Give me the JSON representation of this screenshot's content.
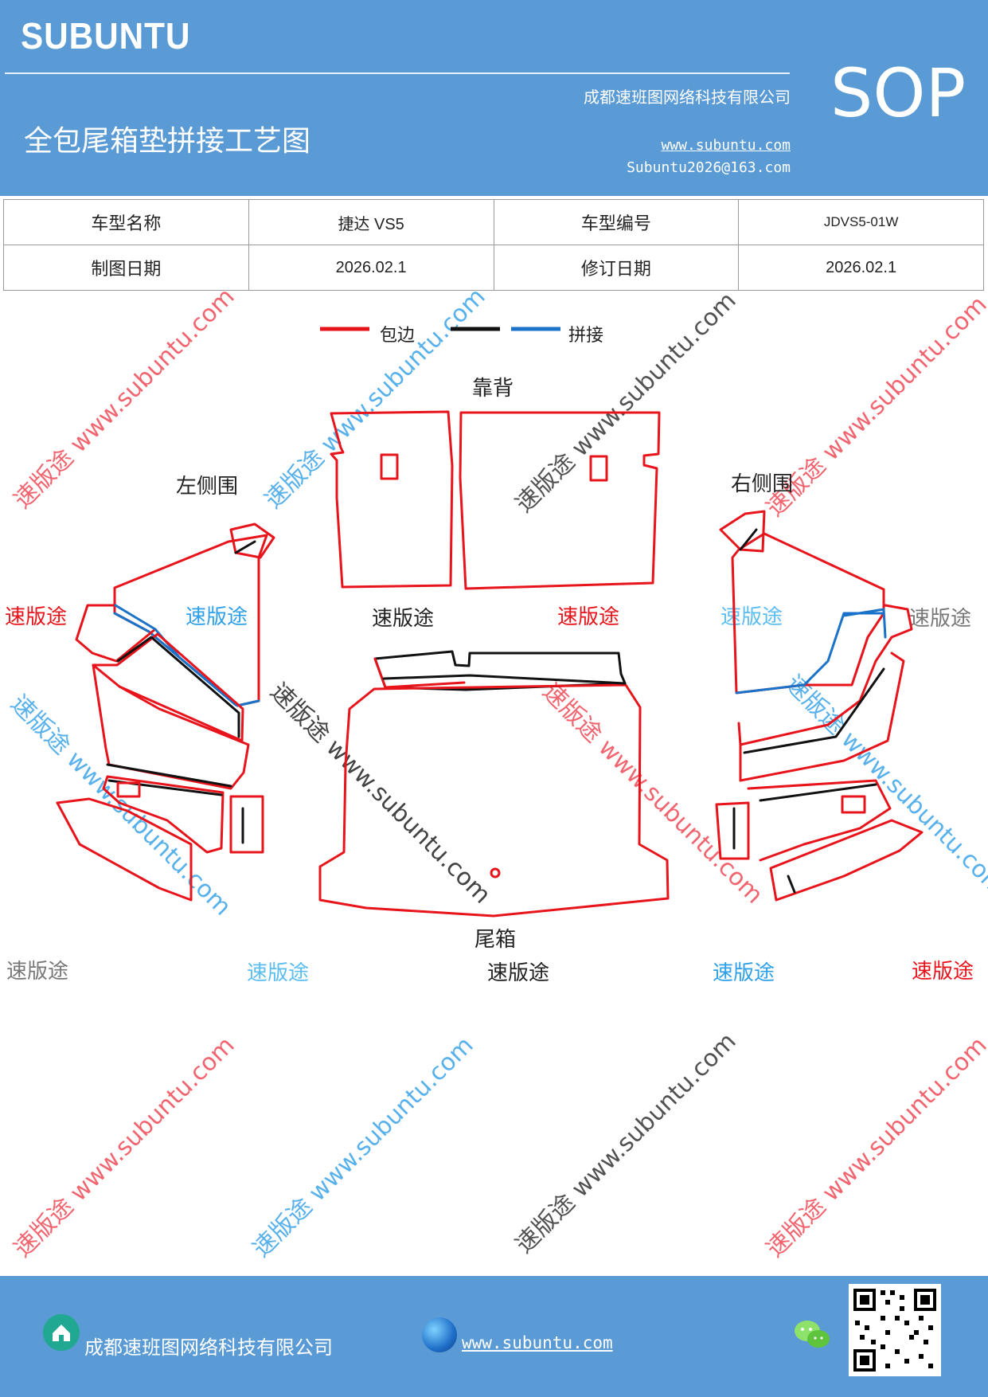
{
  "header": {
    "brand": "SUBUNTU",
    "title": "全包尾箱垫拼接工艺图",
    "company": "成都速班图网络科技有限公司",
    "website": "www.subuntu.com",
    "email": "Subuntu2026@163.com",
    "doc_type": "SOP"
  },
  "info_table": {
    "model_name_label": "车型名称",
    "model_name_value": "捷达 VS5",
    "model_code_label": "车型编号",
    "model_code_value": "JDVS5-01W",
    "draw_date_label": "制图日期",
    "draw_date_value": "2026.02.1",
    "revise_date_label": "修订日期",
    "revise_date_value": "2026.02.1"
  },
  "legend": {
    "edge_label": "包边",
    "splice_label": "拼接",
    "colors": {
      "edge": "#e8141c",
      "black": "#111111",
      "splice": "#1a73c8"
    }
  },
  "parts": {
    "back": "靠背",
    "left": "左侧围",
    "right": "右侧围",
    "trunk": "尾箱"
  },
  "watermarks": {
    "brand_text": "速版途",
    "url_text": "速版途 www.subuntu.com"
  },
  "footer": {
    "company": "成都速班图网络科技有限公司",
    "website": "www.subuntu.com",
    "icons": [
      "house-icon",
      "globe-icon",
      "wechat-icon",
      "qr-code"
    ]
  }
}
